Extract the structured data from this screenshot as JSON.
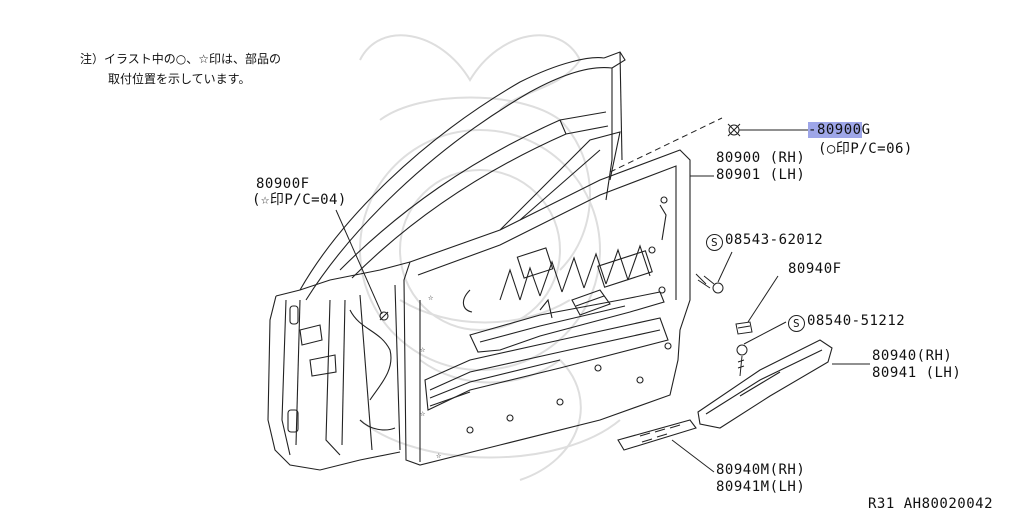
{
  "note": {
    "line1": "注）イラスト中の○、☆印は、部品の",
    "line2": "取付位置を示しています。"
  },
  "labels": {
    "p80900G_prefix": "-",
    "p80900G_hl": "80900",
    "p80900G_suffix": "G",
    "p80900G_pc": "(○印P/C=06)",
    "p80900_rh": "80900 (RH)",
    "p80901_lh": "80901 (LH)",
    "p80900F": "80900F",
    "p80900F_pc": "(☆印P/C=04)",
    "screw1_symbol": "S",
    "screw1": "08543-62012",
    "p80940F": "80940F",
    "screw2_symbol": "S",
    "screw2": "08540-51212",
    "p80940_rh": "80940(RH)",
    "p80941_lh": "80941 (LH)",
    "p80940M_rh": "80940M(RH)",
    "p80941M_lh": "80941M(LH)"
  },
  "footer": {
    "code": "R31  AH80020042"
  },
  "colors": {
    "highlight": "#9ea6e8",
    "line": "#222222",
    "watermark": "#d9d9d9"
  }
}
